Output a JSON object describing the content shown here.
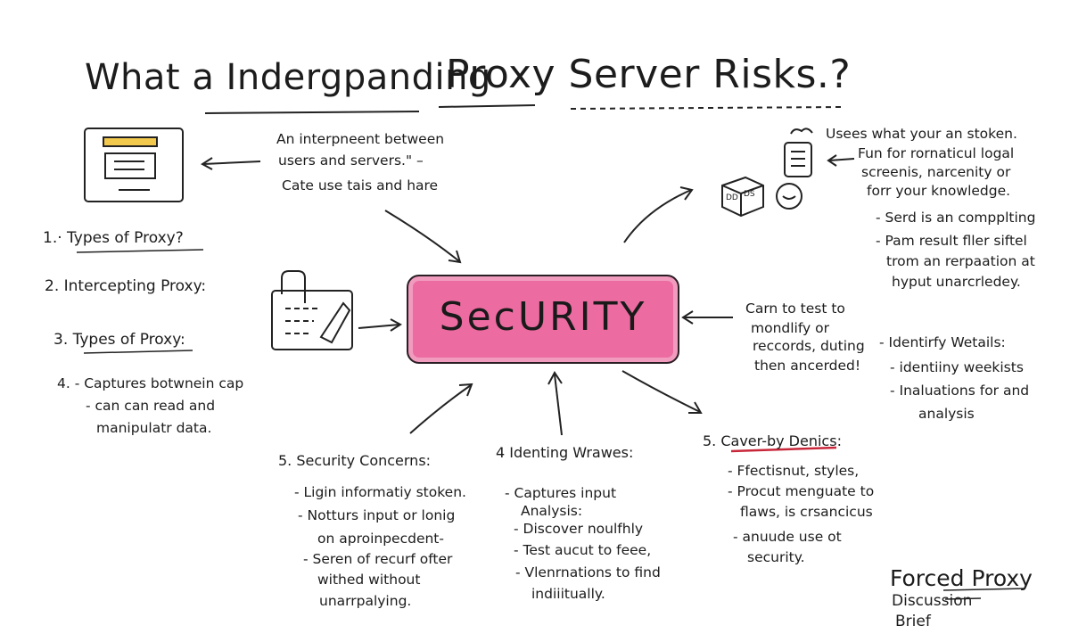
{
  "title_left": "What a Indergpanding",
  "title_right": "Proxy Server Risks.?",
  "center_label": "SecURITY",
  "definition": [
    "An interpneent between",
    "users and servers.\" –",
    "Cate use tais and hare"
  ],
  "left_list": [
    "1.· Types of Proxy?",
    "2. Intercepting Proxy:",
    "3. Types of Proxy:",
    "4. - Captures botwnein cap",
    "- can can read and",
    "manipulatr data."
  ],
  "top_right_notes": [
    "Usees what your an stoken.",
    "Fun for rornaticul logal",
    "screenis, narcenity or",
    "forr your knowledge."
  ],
  "right_bullets_1": [
    "- Serd is an compplting",
    "- Pam result fller siftel",
    "trom an rerpaation at",
    "hyput unarcrledey."
  ],
  "modify_note": [
    "Carn to test to",
    "mondlify or",
    "reccords, duting",
    "then ancerded!"
  ],
  "identify_notes": [
    "- Identirfy Wetails:",
    "- identiiny weekists",
    "- Inaluations for and",
    "analysis"
  ],
  "security_concerns": {
    "heading": "5. Security Concerns:",
    "items": [
      "- Ligin informatiy stoken.",
      "- Notturs input or lonig",
      "on aproinpecdent-",
      "- Seren of recurf ofter",
      "withed without",
      "unarrpalying."
    ]
  },
  "identifying": {
    "heading": "4 Identing Wrawes:",
    "items": [
      "- Captures input",
      "Analysis:",
      "- Discover noulfhly",
      "- Test aucut to feee,",
      "- Vlenrnations to find",
      "indiiitually."
    ]
  },
  "cover": {
    "heading": "5. Caver-by Denics:",
    "items": [
      "- Ffectisnut, styles,",
      "- Procut menguate to",
      "flaws, is crsancicus",
      "- anuude use ot",
      "security."
    ]
  },
  "brief": {
    "title": "Forced Proxy",
    "line1": "Discussion",
    "line2": "Brief"
  },
  "colors": {
    "center_fill": "#ec6ba0",
    "ink": "#1c1c1c",
    "accent_red": "#c8273a"
  },
  "icons": [
    "browser-window-icon",
    "notepad-pencil-icon",
    "box-icon",
    "person-scroll-icon"
  ]
}
